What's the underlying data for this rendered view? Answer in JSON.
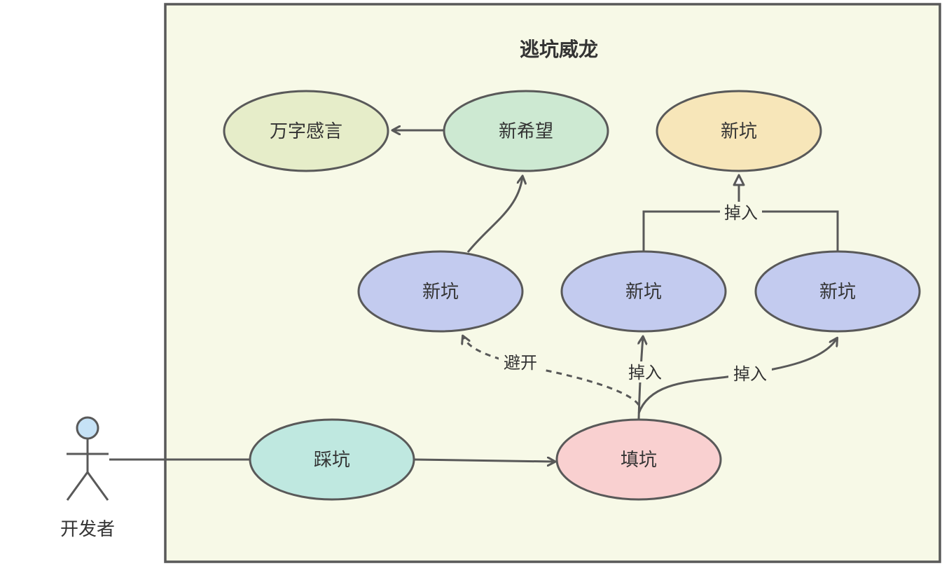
{
  "diagram": {
    "title": "逃坑威龙",
    "actor": {
      "label": "开发者"
    },
    "nodes": {
      "wanzi": {
        "label": "万字感言"
      },
      "xiwang": {
        "label": "新希望"
      },
      "xinkeng_top": {
        "label": "新坑"
      },
      "xinkeng_left": {
        "label": "新坑"
      },
      "xinkeng_mid": {
        "label": "新坑"
      },
      "xinkeng_right": {
        "label": "新坑"
      },
      "caikeng": {
        "label": "踩坑"
      },
      "tiankeng": {
        "label": "填坑"
      }
    },
    "edges": {
      "avoid": {
        "label": "避开"
      },
      "fall_mid": {
        "label": "掉入"
      },
      "fall_right": {
        "label": "掉入"
      },
      "fall_merge": {
        "label": "掉入"
      }
    },
    "colors": {
      "frame_fill": "#f7f9e7",
      "stroke": "#595959",
      "wanzi": "#e6edc9",
      "xiwang": "#cde9d2",
      "xinkeng_top": "#f7e6b9",
      "xinkeng_blue": "#c3cbef",
      "caikeng": "#bfe8e0",
      "tiankeng": "#f9d0d0",
      "actor_head": "#c6e2f6"
    }
  }
}
